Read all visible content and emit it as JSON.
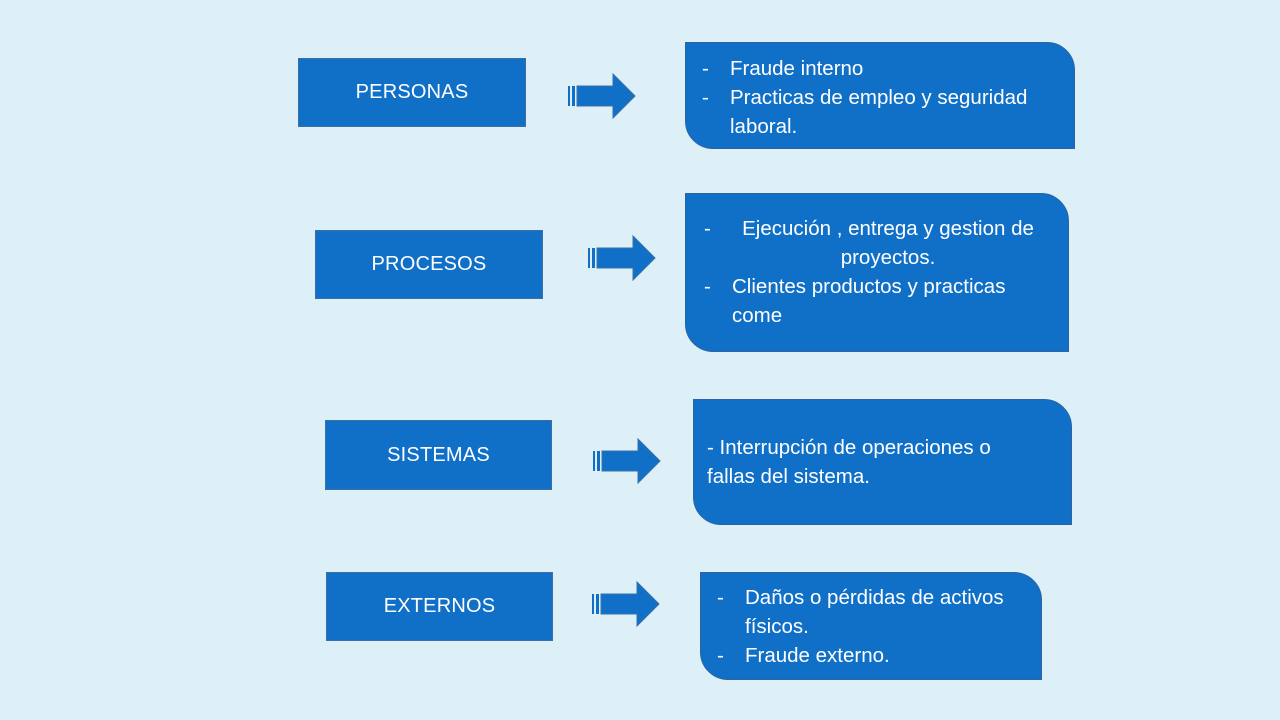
{
  "rows": [
    {
      "category": "PERSONAS",
      "items": [
        {
          "dash": "-",
          "text": "Fraude interno"
        },
        {
          "dash": "-",
          "text": "Practicas de empleo y seguridad laboral."
        }
      ]
    },
    {
      "category": "PROCESOS",
      "items": [
        {
          "dash": "-",
          "text": "Ejecución , entrega y gestion de proyectos."
        },
        {
          "dash": "-",
          "text": "Clientes productos y practicas come"
        }
      ]
    },
    {
      "category": "SISTEMAS",
      "paragraph": "- Interrupción de operaciones o fallas del sistema."
    },
    {
      "category": "EXTERNOS",
      "items": [
        {
          "dash": "-",
          "text": "Daños o pérdidas de activos físicos."
        },
        {
          "dash": "-",
          "text": "Fraude externo."
        }
      ]
    }
  ],
  "colors": {
    "background": "#DDF0F8",
    "box_fill": "#1070C8",
    "box_border": "#3B6FA8",
    "text": "#FFFFFF"
  }
}
